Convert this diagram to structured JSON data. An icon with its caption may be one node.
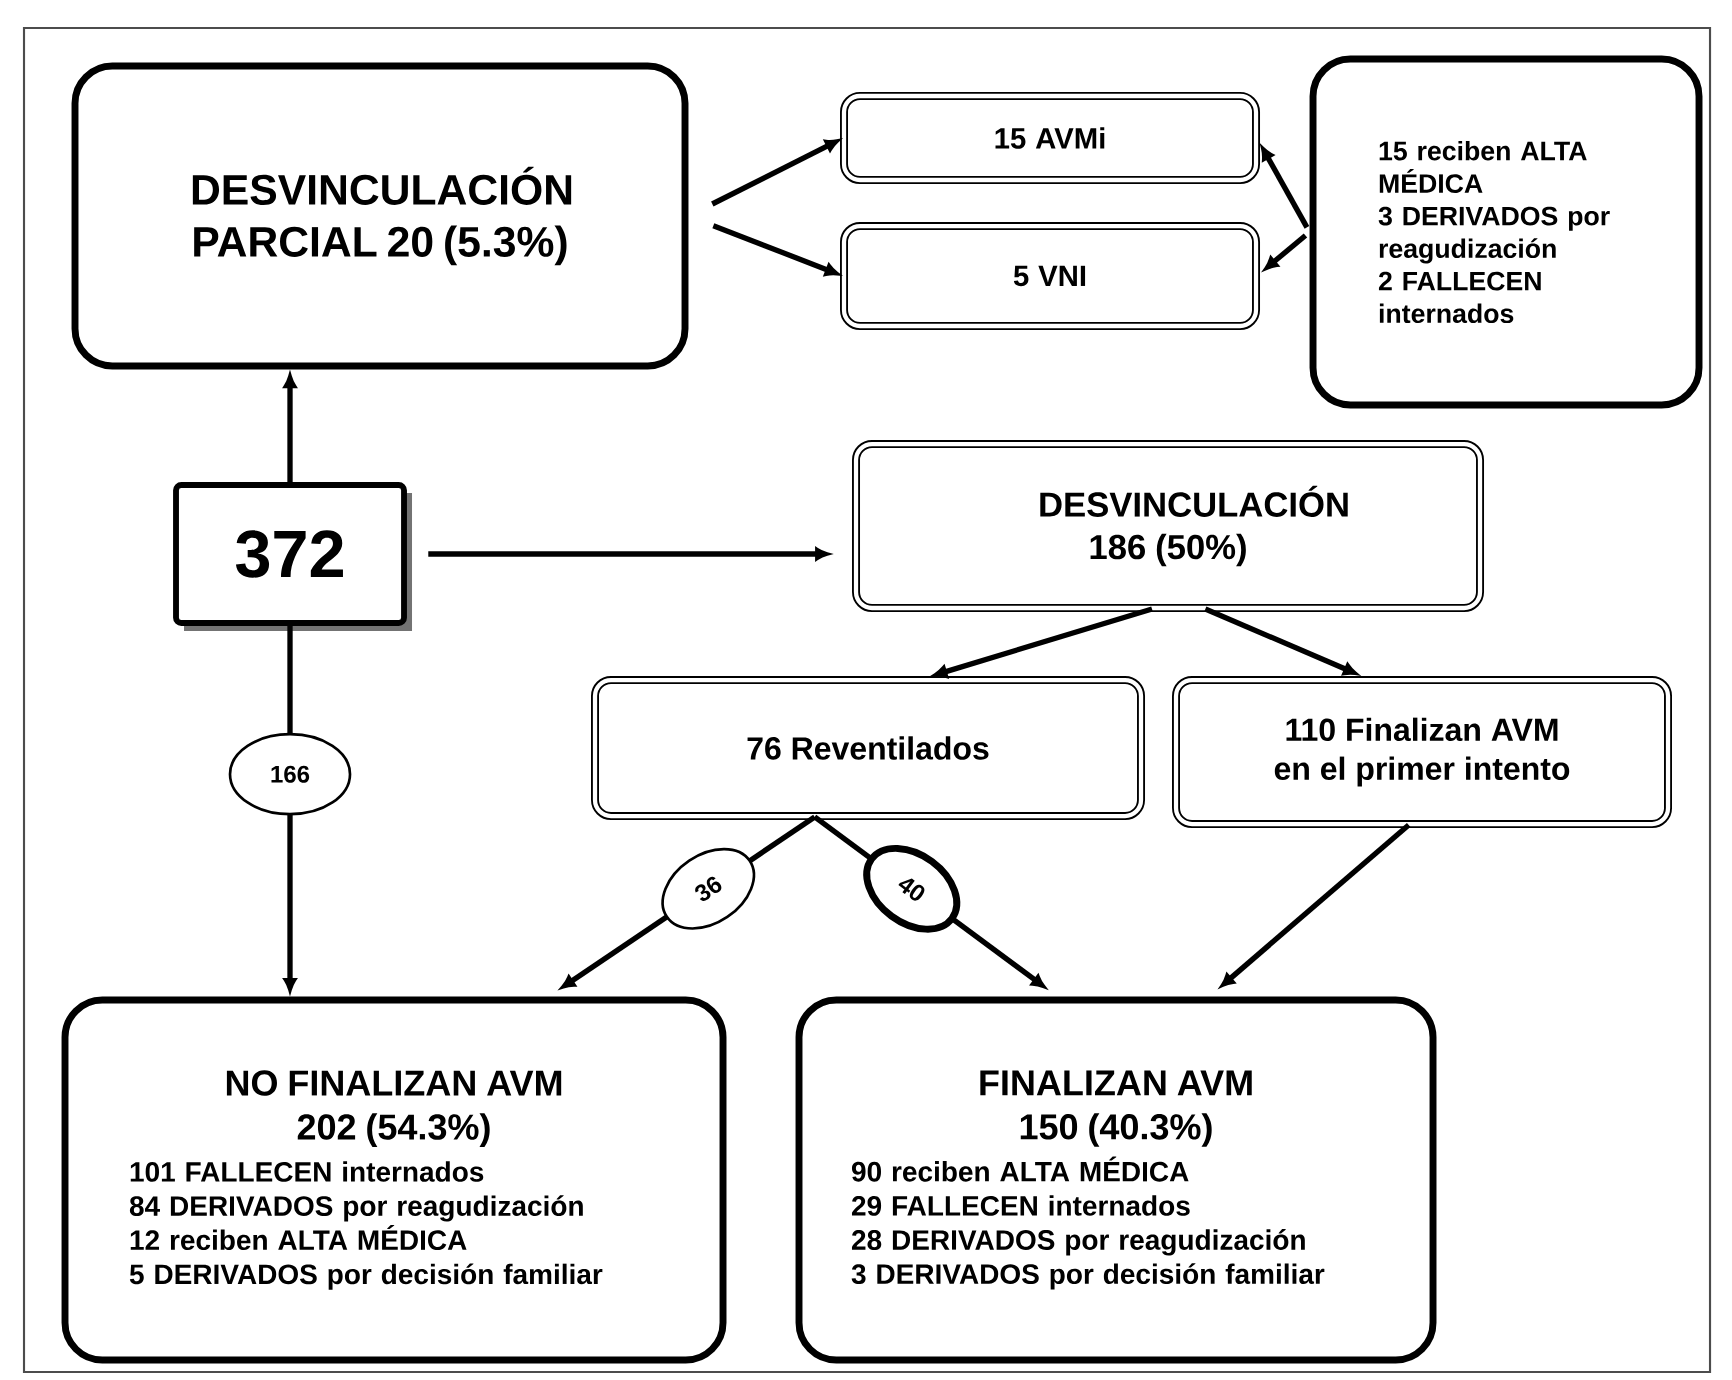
{
  "diagram": {
    "nodes": [
      {
        "text": [
          "DESVINCULACIÓN PARCIAL 20 (5.3%)"
        ]
      },
      {
        "text": [
          "15 AVMi"
        ]
      },
      {
        "text": [
          "5 VNI"
        ]
      },
      {
        "text": [
          "15 reciben ALTA MÉDICA",
          "3 DERIVADOS por reagudización",
          "2 FALLECEN internados"
        ]
      },
      {
        "text": [
          "372"
        ]
      },
      {
        "text": [
          "DESVINCULACIÓN 186 (50%)"
        ]
      },
      {
        "text": [
          "76 Reventilados"
        ]
      },
      {
        "text": [
          "110 Finalizan AVM en el primer intento"
        ]
      },
      {
        "text": [
          "NO FINALIZAN AVM",
          "202 (54.3%)",
          "101 FALLECEN internados",
          "84 DERIVADOS por reagudización",
          "12 reciben ALTA MÉDICA",
          "5 DERIVADOS por decisión familiar"
        ]
      },
      {
        "text": [
          "FINALIZAN AVM",
          "150 (40.3%)",
          "90 reciben ALTA MÉDICA",
          "29 FALLECEN internados",
          "28 DERIVADOS por reagudización",
          "3 DERIVADOS por decisión familiar"
        ]
      }
    ],
    "edges": [
      {
        "from": 0,
        "to": 1,
        "arrow": "to"
      },
      {
        "from": 0,
        "to": 2,
        "arrow": "to"
      },
      {
        "from": 3,
        "to": 1,
        "arrow": "to"
      },
      {
        "from": 3,
        "to": 2,
        "arrow": "to"
      },
      {
        "from": 4,
        "to": 0,
        "arrow": "to"
      },
      {
        "from": 4,
        "to": 5,
        "arrow": "to"
      },
      {
        "from": 4,
        "to": 8,
        "arrow": "to",
        "label": "166"
      },
      {
        "from": 5,
        "to": 6,
        "arrow": "to"
      },
      {
        "from": 5,
        "to": 7,
        "arrow": "to"
      },
      {
        "from": 6,
        "to": 8,
        "arrow": "to",
        "label": "36"
      },
      {
        "from": 6,
        "to": 9,
        "arrow": "to",
        "label": "40"
      },
      {
        "from": 7,
        "to": 9,
        "arrow": "to"
      }
    ]
  }
}
